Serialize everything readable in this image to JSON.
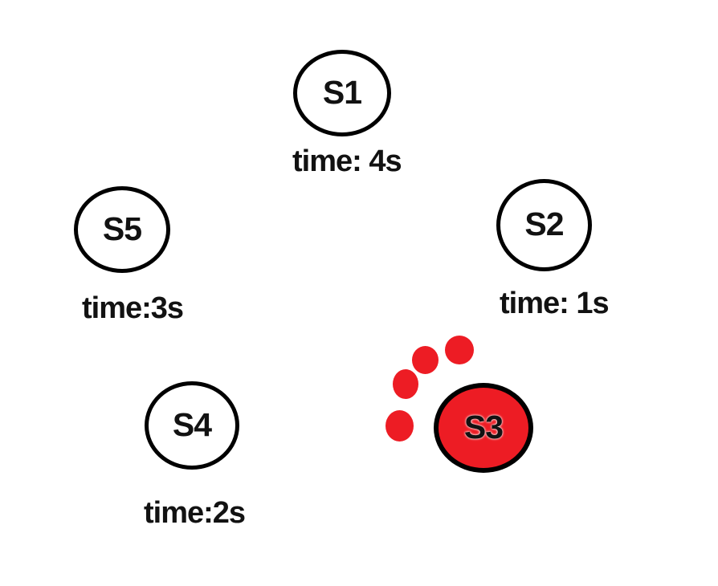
{
  "colors": {
    "red": "#ed1c24",
    "stroke": "#000000",
    "background": "#ffffff",
    "text": "#121212"
  },
  "nodes": {
    "s1": {
      "label": "S1",
      "time": "time: 4s"
    },
    "s2": {
      "label": "S2",
      "time": "time: 1s"
    },
    "s3": {
      "label": "S3"
    },
    "s4": {
      "label": "S4",
      "time": "time:2s"
    },
    "s5": {
      "label": "S5",
      "time": "time:3s"
    }
  },
  "trail": {
    "description": "red-dot-trail-next-to-S3",
    "dot_count": 4
  }
}
